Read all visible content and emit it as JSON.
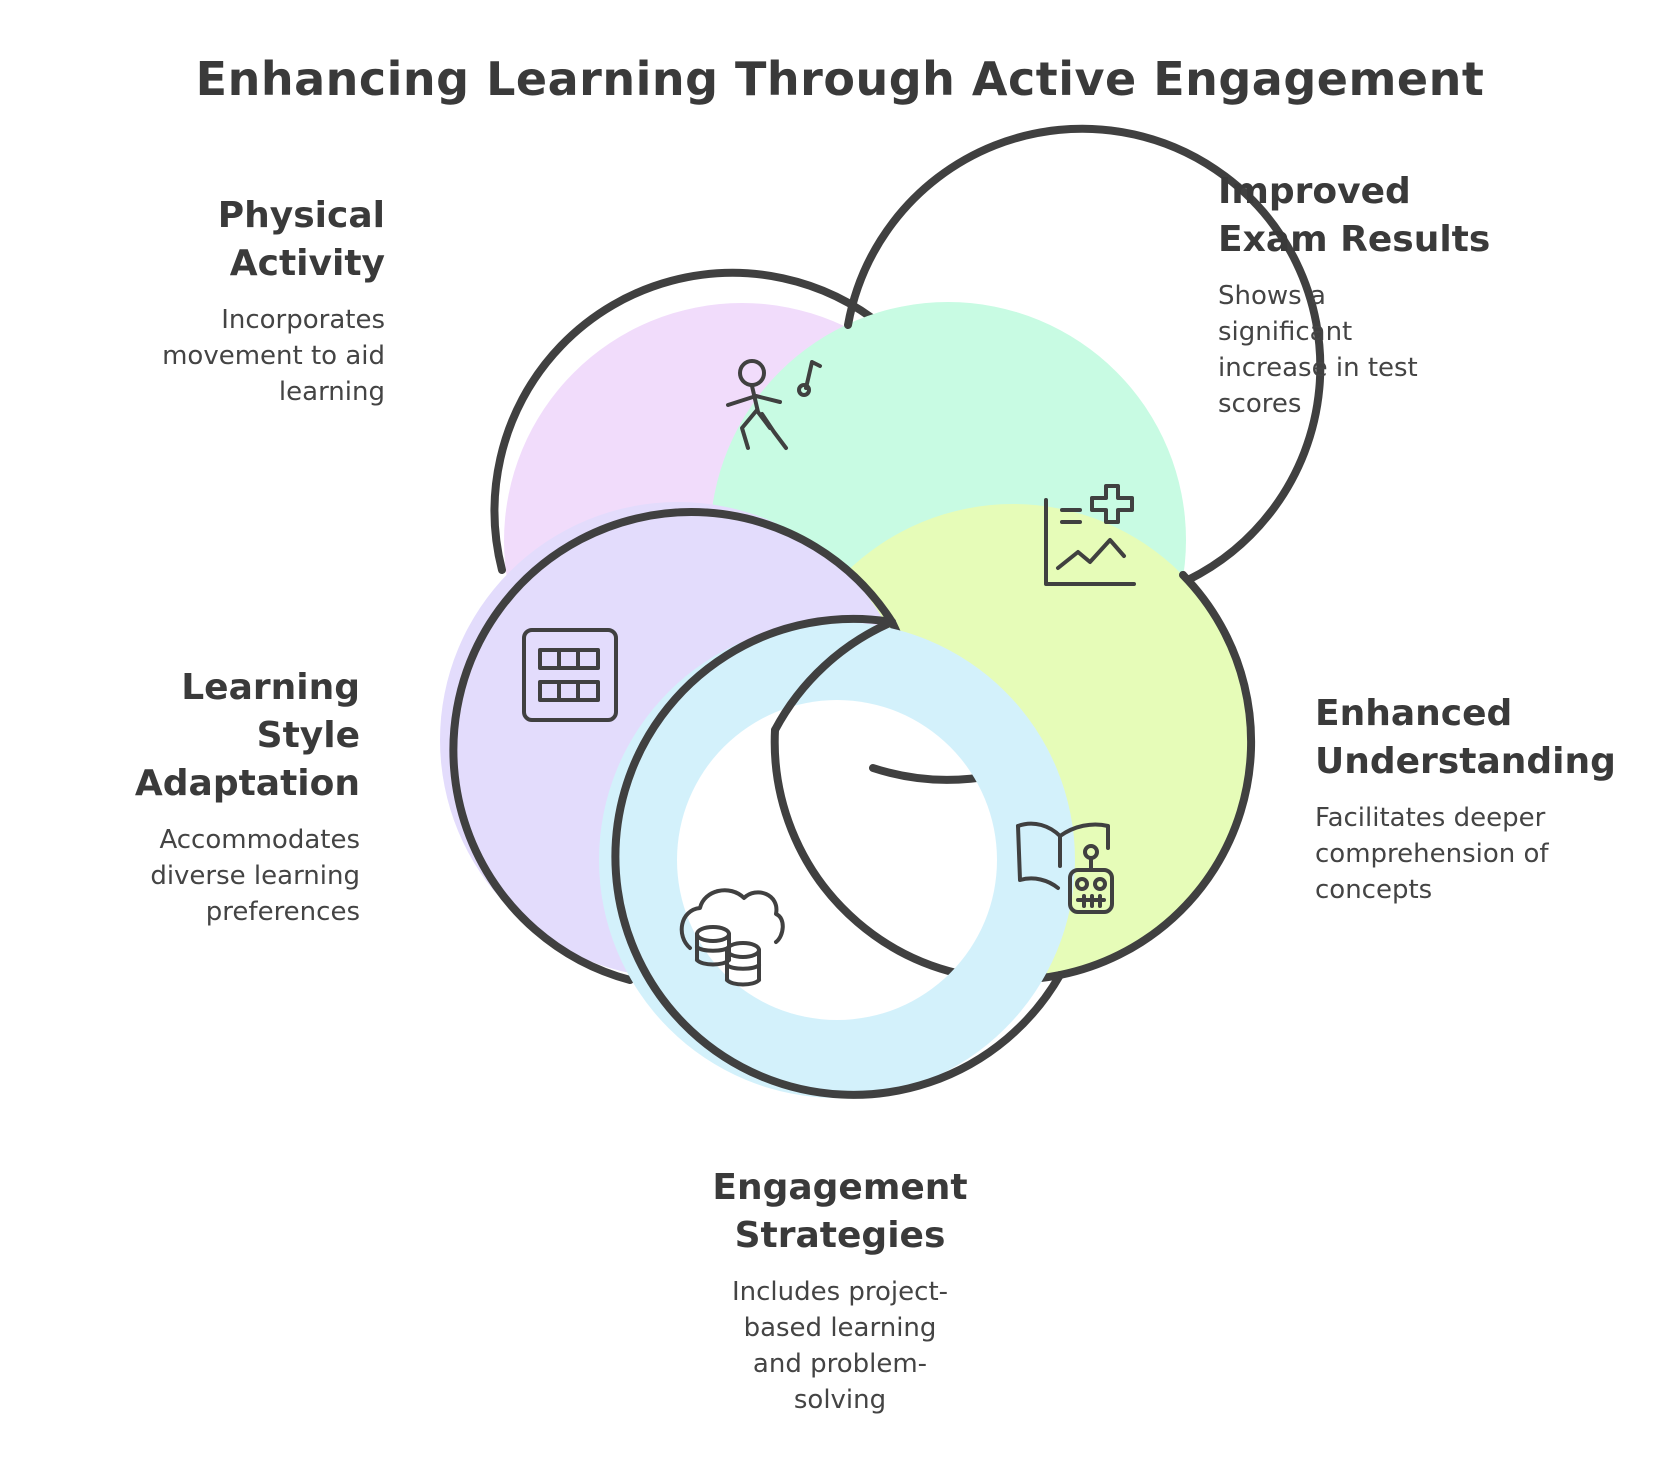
{
  "title": "Enhancing Learning Through Active Engagement",
  "colors": {
    "outline": "#404040",
    "physical": "#f1dcfb",
    "exam": "#c8fbe3",
    "understanding": "#e6fcb8",
    "engagement": "#d3f1fb",
    "learning_style": "#e3dcfc"
  },
  "sections": {
    "physical": {
      "heading_lines": [
        "Physical",
        "Activity"
      ],
      "description_lines": [
        "Incorporates",
        "movement to aid",
        "learning"
      ],
      "icon": "dancing-person-with-music-note-icon"
    },
    "exam": {
      "heading_lines": [
        "Improved",
        "Exam Results"
      ],
      "description_lines": [
        "Shows a",
        "significant",
        "increase in test",
        "scores"
      ],
      "icon": "chart-with-plus-icon"
    },
    "understanding": {
      "heading_lines": [
        "Enhanced",
        "Understanding"
      ],
      "description_lines": [
        "Facilitates deeper",
        "comprehension of",
        "concepts"
      ],
      "icon": "book-and-robot-icon"
    },
    "engagement": {
      "heading_lines": [
        "Engagement",
        "Strategies"
      ],
      "description_lines": [
        "Includes project-",
        "based learning",
        "and problem-",
        "solving"
      ],
      "icon": "cloud-database-icon"
    },
    "learning_style": {
      "heading_lines": [
        "Learning",
        "Style",
        "Adaptation"
      ],
      "description_lines": [
        "Accommodates",
        "diverse learning",
        "preferences"
      ],
      "icon": "grid-table-icon"
    }
  }
}
